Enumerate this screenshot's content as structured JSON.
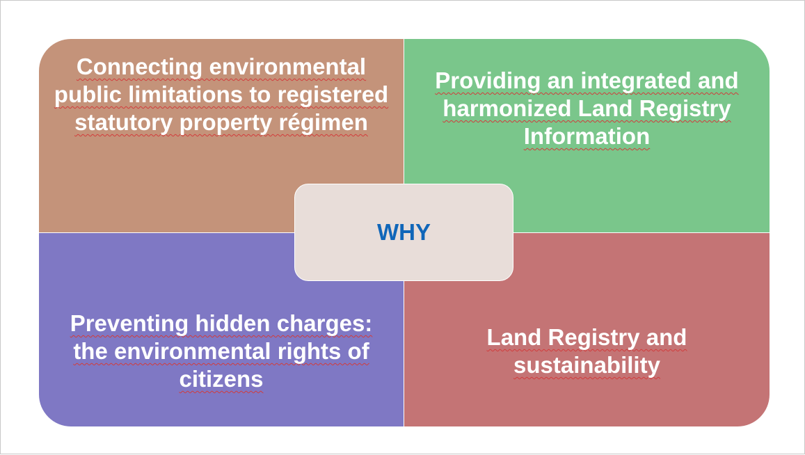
{
  "diagram": {
    "center_label": "WHY",
    "quadrants": {
      "top_left": "Connecting environmental public limitations to registered statutory property régimen",
      "top_right": "Providing an integrated and harmonized Land Registry Information",
      "bottom_left": "Preventing hidden charges: the environmental rights of citizens",
      "bottom_right": "Land Registry and sustainability"
    },
    "colors": {
      "top_left": "#c4937a",
      "top_right": "#7ac68b",
      "bottom_left": "#7f78c4",
      "bottom_right": "#c47475",
      "center_fill": "#e8ddd9",
      "center_text": "#1066b9",
      "quadrant_text": "#ffffff"
    }
  }
}
